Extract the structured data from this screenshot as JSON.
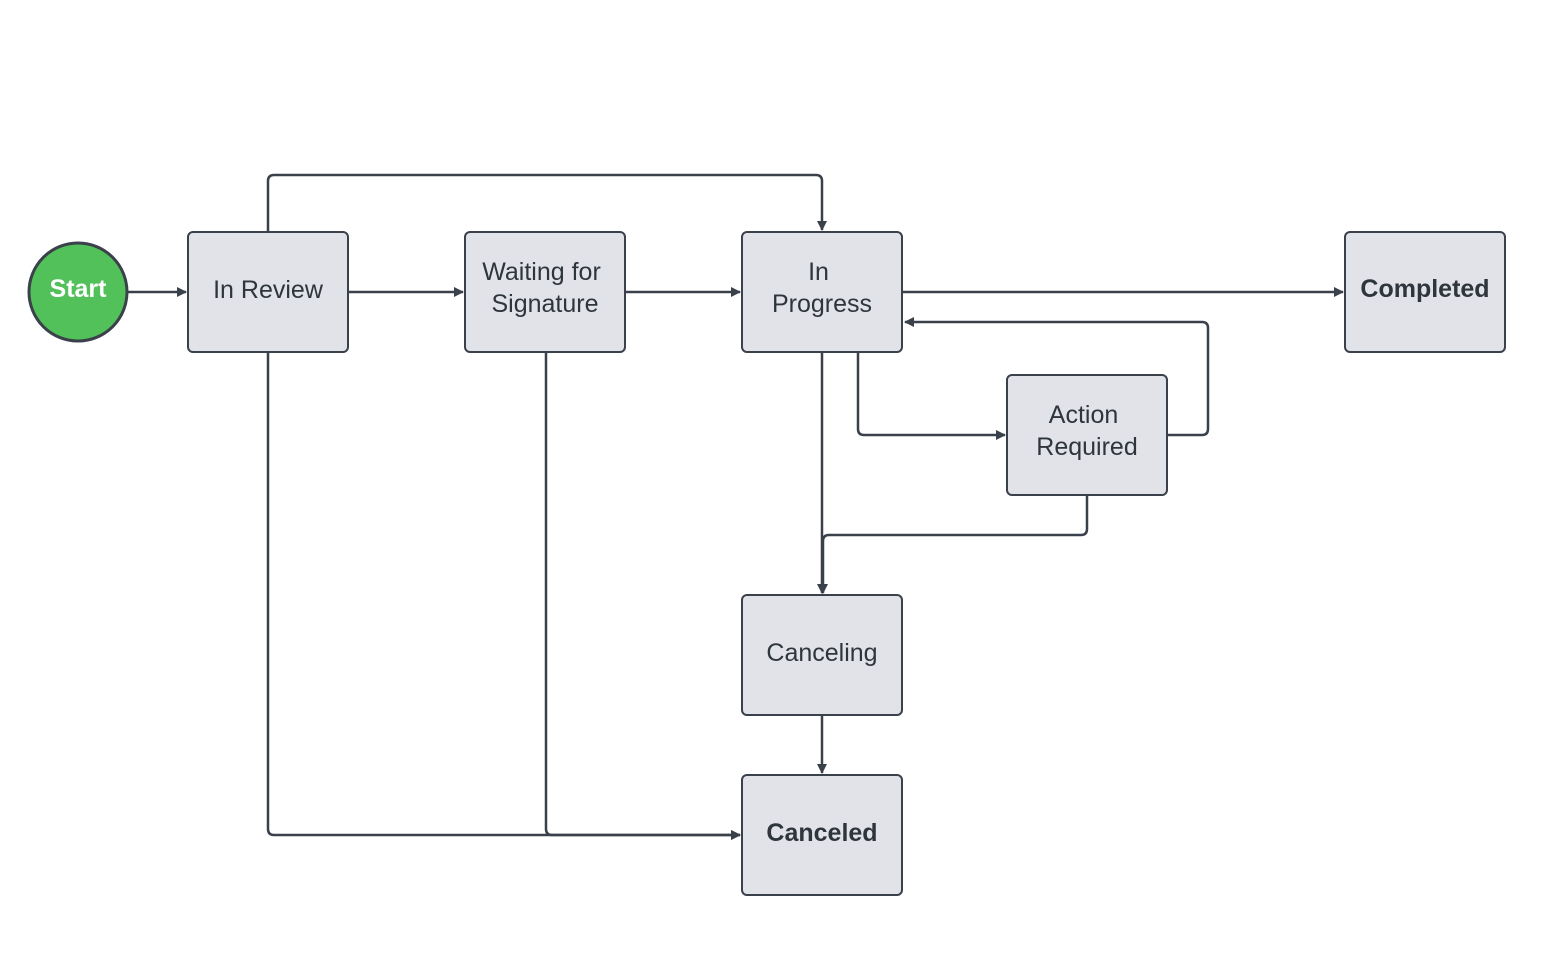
{
  "diagram": {
    "colors": {
      "line": "#3a414a",
      "node_fill": "#e1e3e8",
      "start_fill": "#52c15a",
      "text": "#2f353d",
      "start_text": "#ffffff"
    },
    "nodes": {
      "start": {
        "label": "Start",
        "shape": "circle"
      },
      "in_review": {
        "label": "In Review",
        "shape": "rounded-rect"
      },
      "waiting_for_signature": {
        "line1": "Waiting for",
        "line2": "Signature",
        "shape": "rounded-rect"
      },
      "in_progress": {
        "line1": "In",
        "line2": "Progress",
        "shape": "rounded-rect"
      },
      "completed": {
        "label": "Completed",
        "shape": "rounded-rect",
        "emphasis": "bold"
      },
      "action_required": {
        "line1": "Action",
        "line2": "Required",
        "shape": "rounded-rect"
      },
      "canceling": {
        "label": "Canceling",
        "shape": "rounded-rect"
      },
      "canceled": {
        "label": "Canceled",
        "shape": "rounded-rect",
        "emphasis": "bold"
      }
    },
    "edges": [
      {
        "from": "start",
        "to": "in_review"
      },
      {
        "from": "in_review",
        "to": "waiting_for_signature"
      },
      {
        "from": "in_review",
        "to": "in_progress"
      },
      {
        "from": "in_review",
        "to": "canceled"
      },
      {
        "from": "waiting_for_signature",
        "to": "in_progress"
      },
      {
        "from": "waiting_for_signature",
        "to": "canceled"
      },
      {
        "from": "in_progress",
        "to": "completed"
      },
      {
        "from": "in_progress",
        "to": "action_required"
      },
      {
        "from": "in_progress",
        "to": "canceling"
      },
      {
        "from": "action_required",
        "to": "in_progress"
      },
      {
        "from": "action_required",
        "to": "canceling"
      },
      {
        "from": "canceling",
        "to": "canceled"
      }
    ]
  }
}
